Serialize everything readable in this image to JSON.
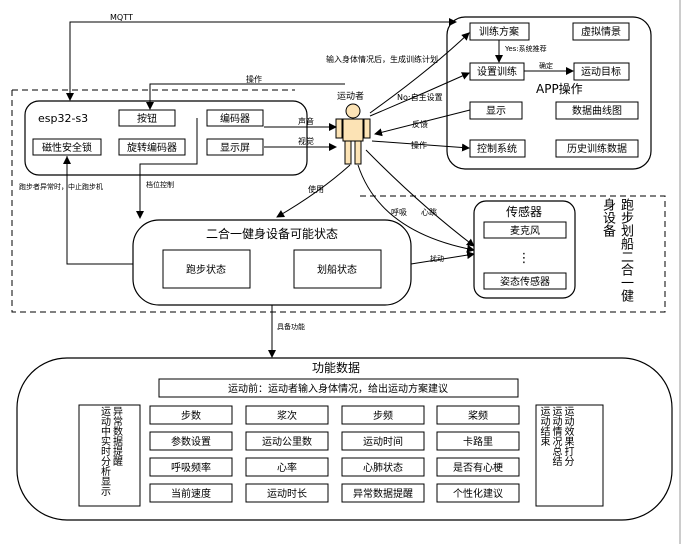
{
  "labels": {
    "mqtt": "MQTT",
    "input_body": "输入身体情况后，生成训练计划",
    "operate_top": "操作",
    "athlete": "运动者",
    "no_self_set": "No:自主设置",
    "yes_rec": "Yes:系统推荐",
    "confirm": "确定",
    "feedback": "反馈",
    "operate_right": "操作",
    "sound": "声音",
    "vision": "视觉",
    "use": "使用",
    "breath": "呼吸",
    "heart": "心跳",
    "disturb": "扰动",
    "gear_ctrl": "档位控制",
    "stop_msg": "跑步者异常时，中止跑步机",
    "has_func": "具备功能"
  },
  "app": {
    "title": "APP操作",
    "training_plan": "训练方案",
    "virtual_scene": "虚拟情景",
    "set_training": "设置训练",
    "goal": "运动目标",
    "display": "显示",
    "curve": "数据曲线图",
    "control": "控制系统",
    "history": "历史训练数据"
  },
  "esp": {
    "title": "esp32-s3",
    "button": "按钮",
    "encoder": "编码器",
    "mag_lock": "磁性安全锁",
    "rot_encoder": "旋转编码器",
    "screen": "显示屏"
  },
  "device": {
    "title": "二合一健身设备可能状态",
    "run": "跑步状态",
    "row": "划船状态"
  },
  "sensor": {
    "title": "传感器",
    "mic": "麦克风",
    "dots": "⋮",
    "pose": "姿态传感器"
  },
  "side_title": "跑步划船二合一健身设备",
  "func": {
    "title": "功能数据",
    "before": "运动前：运动者输入身体情况，给出运动方案建议",
    "left_col": "异常数据提醒\n运动中实时分析显示",
    "right_col": "运动效果打分\n运动情况总结\n运动结束",
    "grid": [
      [
        "步数",
        "浆次",
        "步频",
        "桨频"
      ],
      [
        "参数设置",
        "运动公里数",
        "运动时间",
        "卡路里"
      ],
      [
        "呼吸频率",
        "心率",
        "心肺状态",
        "是否有心梗"
      ],
      [
        "当前速度",
        "运动时长",
        "异常数据提醒",
        "个性化建议"
      ]
    ]
  }
}
